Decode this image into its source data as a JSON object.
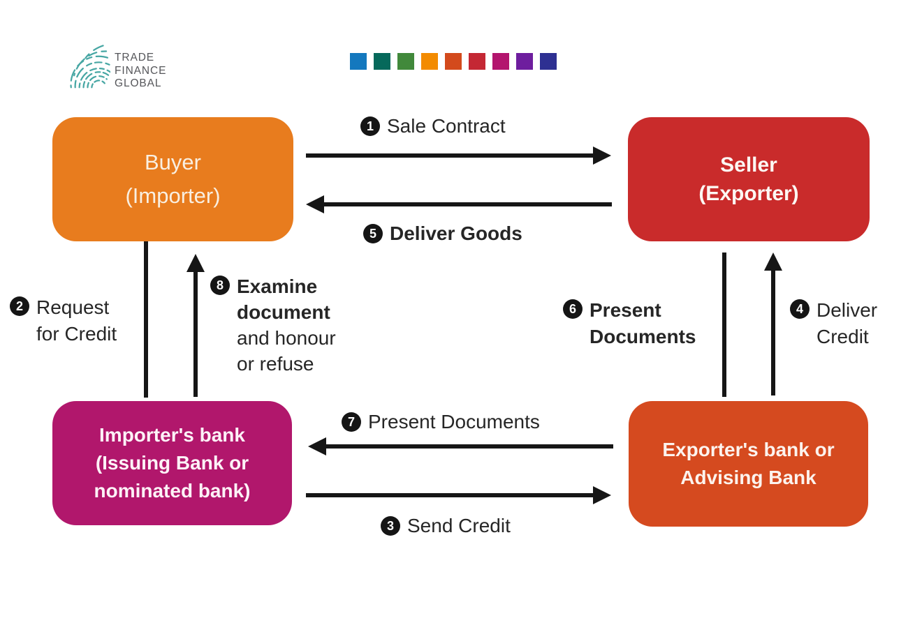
{
  "logo": {
    "line1": "TRADE",
    "line2": "FINANCE",
    "line3": "GLOBAL",
    "mark_color": "#46a6a3",
    "text_color": "#55565a"
  },
  "palette": [
    "#1478be",
    "#06695b",
    "#41893b",
    "#f38b00",
    "#d34a1c",
    "#c42834",
    "#b3156e",
    "#6e1e9e",
    "#2e3092"
  ],
  "nodes": {
    "buyer": {
      "line1": "Buyer",
      "line2": "(Importer)",
      "color": "#e87c1e"
    },
    "seller": {
      "line1": "Seller",
      "line2": "(Exporter)",
      "color": "#c92b2b"
    },
    "importer_bank": {
      "line1": "Importer's bank",
      "line2": "(Issuing Bank or",
      "line3": "nominated bank)",
      "color": "#b1176c"
    },
    "exporter_bank": {
      "line1": "Exporter's bank or",
      "line2": "Advising Bank",
      "color": "#d54a1f"
    }
  },
  "steps": {
    "sale_contract": {
      "num": "1",
      "text": "Sale Contract"
    },
    "request_credit": {
      "num": "2",
      "line1": "Request",
      "line2": "for Credit"
    },
    "send_credit": {
      "num": "3",
      "text": "Send Credit"
    },
    "deliver_credit": {
      "num": "4",
      "line1": "Deliver",
      "line2": "Credit"
    },
    "deliver_goods": {
      "num": "5",
      "text": "Deliver Goods"
    },
    "present_documents_to_bank": {
      "num": "6",
      "line1": "Present",
      "line2": "Documents"
    },
    "present_documents_between_banks": {
      "num": "7",
      "text": "Present Documents"
    },
    "examine_document": {
      "num": "8",
      "line1": "Examine",
      "line2": "document",
      "line3": "and honour",
      "line4": "or refuse"
    }
  },
  "arrow_color": "#161616"
}
